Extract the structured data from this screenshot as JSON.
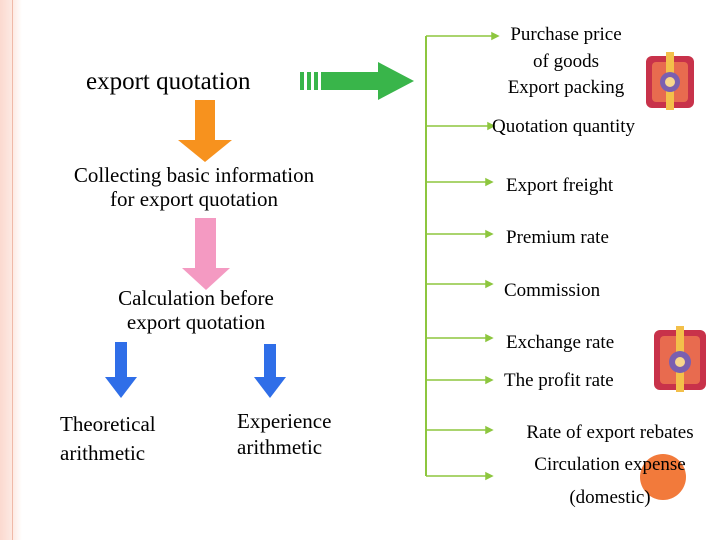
{
  "flow": {
    "step1": "export quotation",
    "step2_line1": "Collecting basic information",
    "step2_line2": "for export quotation",
    "step3_line1": "Calculation before",
    "step3_line2": "export quotation",
    "method_a_line1": "Theoretical",
    "method_a_line2": "arithmetic",
    "method_b_line1": "Experience",
    "method_b_line2": "arithmetic"
  },
  "factors": [
    "Purchase price",
    "of goods",
    "Export packing",
    "Quotation quantity",
    "Export freight",
    "Premium rate",
    "Commission",
    "Exchange rate",
    "The profit rate",
    "Rate of export rebates",
    "Circulation expense",
    "(domestic)"
  ],
  "colors": {
    "orange_arrow": "#f7921e",
    "pink_arrow": "#f49ac2",
    "blue_arrow": "#2f6ee8",
    "green_arrow": "#39b54a",
    "bracket_line": "#8dc63f",
    "accent_dot": "#f27a3b"
  },
  "icons": [
    "box-icon",
    "box-icon"
  ]
}
